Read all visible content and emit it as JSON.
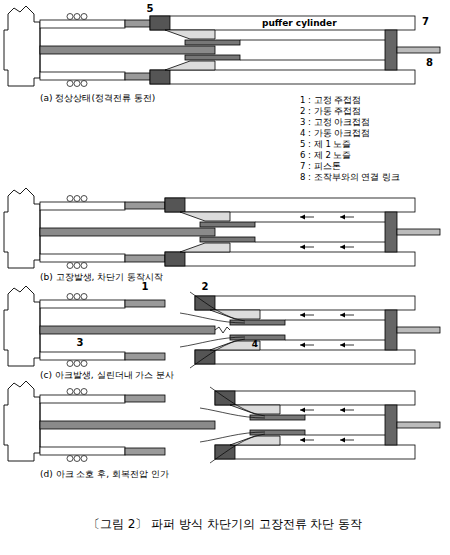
{
  "diagram": {
    "caption": "〔그림 2〕 파퍼 방식 차단기의 고장전류 차단 동작",
    "labels": [
      "5",
      "puffer cylinder",
      "7",
      "8",
      "1 : 고정 주접점",
      "2 : 가동 주접점",
      "3 : 고정 아크접점",
      "4 : 가동 아크접점",
      "5 : 제 1 노즐",
      "6 : 제 2 노즐",
      "7 : 피스톤",
      "8 : 조작부와의 연결 링크",
      "(a) 정상상태(정격전류 통전)",
      "(b) 고장발생, 차단기 동작시작",
      "1",
      "2",
      "3",
      "4",
      "(c) 아크발생, 실린더내 가스 분사",
      "(d) 아크 소호 후, 회복전압 인가"
    ]
  }
}
